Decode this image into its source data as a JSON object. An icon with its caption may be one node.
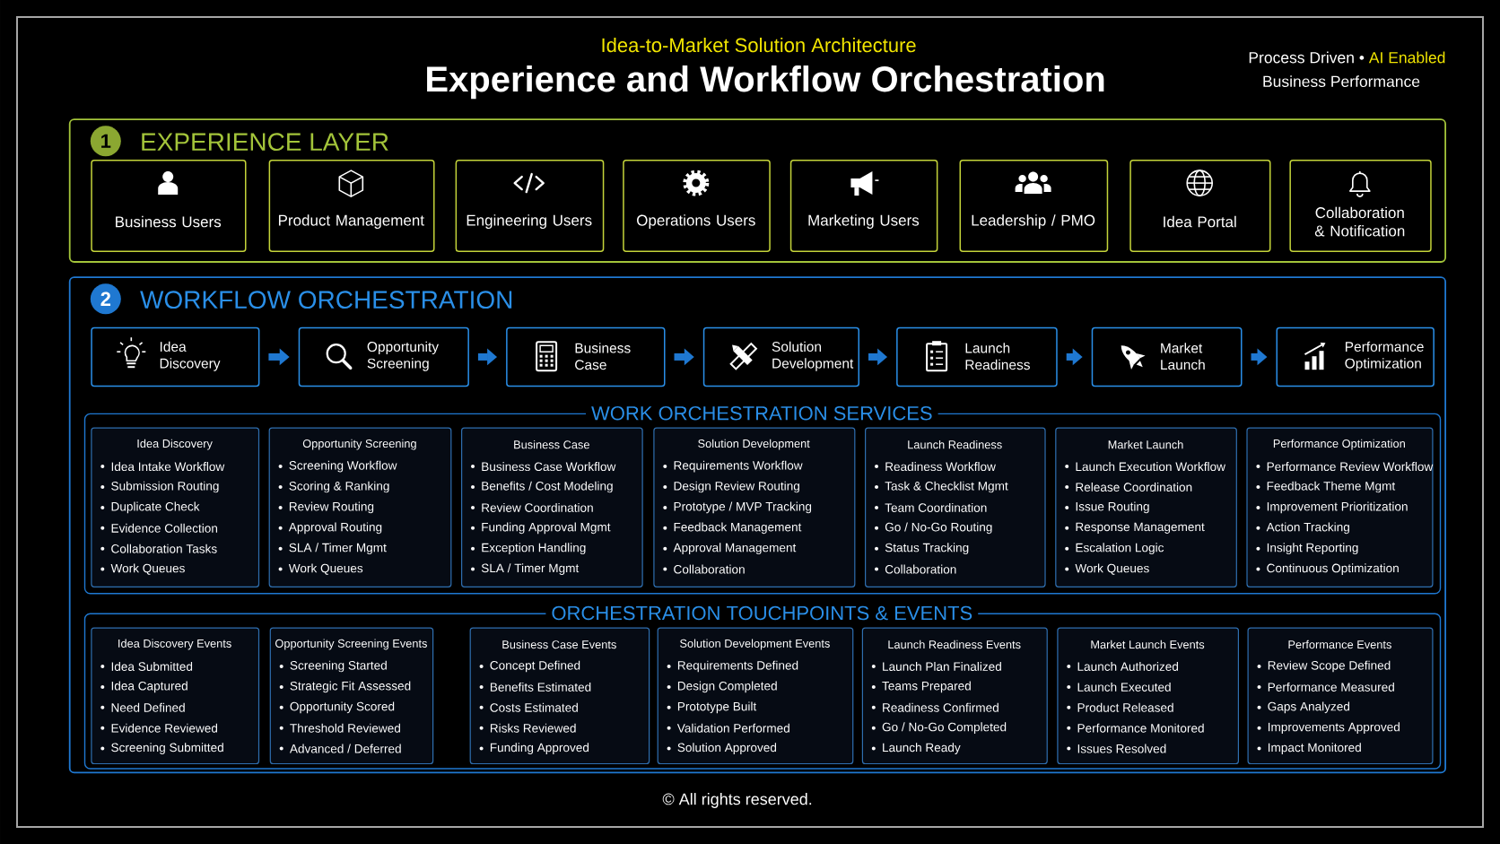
{
  "diagram": {
    "title": "Experience and Workflow Orchestration",
    "nodes": [
      {
        "text": [
          "1",
          "EXPERIENCE LAYER"
        ]
      },
      {
        "text": [
          "Business Users"
        ],
        "in": 0
      },
      {
        "text": [
          "Product Management"
        ],
        "in": 0
      },
      {
        "text": [
          "Engineering Users"
        ],
        "in": 0
      },
      {
        "text": [
          "Operations Users"
        ],
        "in": 0
      },
      {
        "text": [
          "Marketing Users"
        ],
        "in": 0
      },
      {
        "text": [
          "Leadership / PMO"
        ],
        "in": 0
      },
      {
        "text": [
          "Idea Portal"
        ],
        "in": 0
      },
      {
        "text": [
          "Collaboration & Notification"
        ],
        "in": 0
      },
      {
        "text": [
          "2",
          "WORKFLOW ORCHESTRATION"
        ]
      },
      {
        "text": [
          "Idea Discovery"
        ],
        "in": 9
      },
      {
        "text": [
          "Opportunity Screening"
        ],
        "in": 9
      },
      {
        "text": [
          "Business Case"
        ],
        "in": 9
      },
      {
        "text": [
          "Solution Development"
        ],
        "in": 9
      },
      {
        "text": [
          "Launch Readiness"
        ],
        "in": 9
      },
      {
        "text": [
          "Market Launch"
        ],
        "in": 9
      },
      {
        "text": [
          "Performance Optimization"
        ],
        "in": 9
      },
      {
        "text": [
          "WORK ORCHESTRATION SERVICES"
        ],
        "in": 9
      },
      {
        "text": [
          "Idea Discovery",
          "Idea Intake Workflow",
          "Submission Routing",
          "Duplicate Check",
          "Evidence Collection",
          "Collaboration Tasks",
          "Work Queues"
        ],
        "in": 17
      },
      {
        "text": [
          "Opportunity Screening",
          "Screening Workflow",
          "Scoring & Ranking",
          "Review Routing",
          "Approval Routing",
          "SLA / Timer Mgmt",
          "Work Queues"
        ],
        "in": 17
      },
      {
        "text": [
          "Business Case",
          "Business Case Workflow",
          "Benefits / Cost Modeling",
          "Review Coordination",
          "Funding Approval Mgmt",
          "Exception Handling",
          "SLA / Timer Mgmt"
        ],
        "in": 17
      },
      {
        "text": [
          "Solution Development",
          "Requirements Workflow",
          "Design Review Routing",
          "Prototype / MVP Tracking",
          "Feedback Management",
          "Approval Management",
          "Collaboration"
        ],
        "in": 17
      },
      {
        "text": [
          "Launch Readiness",
          "Readiness Workflow",
          "Task & Checklist Mgmt",
          "Team Coordination",
          "Go / No-Go Routing",
          "Status Tracking",
          "Collaboration"
        ],
        "in": 17
      },
      {
        "text": [
          "Market Launch",
          "Launch Execution Workflow",
          "Release Coordination",
          "Issue Routing",
          "Response Management",
          "Escalation Logic",
          "Work Queues"
        ],
        "in": 17
      },
      {
        "text": [
          "Performance Optimization",
          "Performance Review Workflow",
          "Feedback Theme Mgmt",
          "Improvement Prioritization",
          "Action Tracking",
          "Insight Reporting",
          "Continuous Optimization"
        ],
        "in": 17
      },
      {
        "text": [
          "ORCHESTRATION TOUCHPOINTS & EVENTS"
        ],
        "in": 9
      },
      {
        "text": [
          "Idea Discovery Events",
          "Idea Submitted",
          "Idea Captured",
          "Need Defined",
          "Evidence Reviewed",
          "Screening Submitted"
        ],
        "in": 25
      },
      {
        "text": [
          "Opportunity Screening Events",
          "Screening Started",
          "Strategic Fit Assessed",
          "Opportunity Scored",
          "Threshold Reviewed",
          "Advanced / Deferred"
        ],
        "in": 25
      },
      {
        "text": [
          "Business Case Events",
          "Concept Defined",
          "Benefits Estimated",
          "Costs Estimated",
          "Risks Reviewed",
          "Funding Approved"
        ],
        "in": 25
      },
      {
        "text": [
          "Solution Development Events",
          "Requirements Defined",
          "Design Completed",
          "Prototype Built",
          "Validation Performed",
          "Solution Approved"
        ],
        "in": 25
      },
      {
        "text": [
          "Launch Readiness Events",
          "Launch Plan Finalized",
          "Teams Prepared",
          "Readiness Confirmed",
          "Go / No-Go Completed",
          "Launch Ready"
        ],
        "in": 25
      },
      {
        "text": [
          "Market Launch Events",
          "Launch Authorized",
          "Launch Executed",
          "Product Released",
          "Performance Monitored",
          "Issues Resolved"
        ],
        "in": 25
      },
      {
        "text": [
          "Performance Events",
          "Review Scope Defined",
          "Performance Measured",
          "Gaps Analyzed",
          "Improvements Approved",
          "Impact Monitored"
        ],
        "in": 25
      }
    ],
    "edges": [
      {
        "from": 10,
        "to": 11,
        "arrow": "to"
      },
      {
        "from": 11,
        "to": 12,
        "arrow": "to"
      },
      {
        "from": 12,
        "to": 13,
        "arrow": "to"
      },
      {
        "from": 13,
        "to": 14,
        "arrow": "to"
      },
      {
        "from": 14,
        "to": 15,
        "arrow": "to"
      },
      {
        "from": 15,
        "to": 16,
        "arrow": "to"
      }
    ],
    "labels": [
      "Idea-to-Market Solution Architecture",
      "Process Driven •",
      "AI Enabled",
      "Business Performance",
      "© All rights reserved."
    ]
  }
}
